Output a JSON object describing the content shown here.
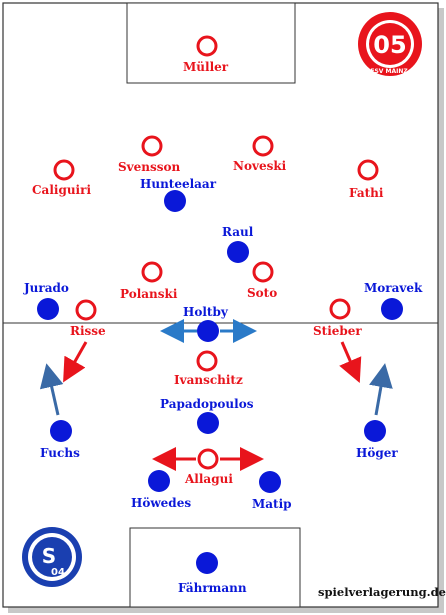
{
  "colors": {
    "mainz": "#e8141c",
    "schalke": "#0a18d8",
    "arrow_blue": "#3a6aa6",
    "arrow_blue_light": "#2a7ac8",
    "arrow_red": "#e8141c",
    "line": "#333333"
  },
  "logos": {
    "mainz_icon": "mainz-05-crest",
    "mainz_text": "1. FSV MAINZ 05",
    "schalke_icon": "schalke-04-crest",
    "schalke_text": "S04"
  },
  "mainz_players": [
    {
      "name": "Müller",
      "role": "goalkeeper"
    },
    {
      "name": "Svensson",
      "role": "centre-back"
    },
    {
      "name": "Noveski",
      "role": "centre-back"
    },
    {
      "name": "Caliguiri",
      "role": "full-back"
    },
    {
      "name": "Fathi",
      "role": "full-back"
    },
    {
      "name": "Polanski",
      "role": "midfield"
    },
    {
      "name": "Soto",
      "role": "midfield"
    },
    {
      "name": "Risse",
      "role": "wing"
    },
    {
      "name": "Stieber",
      "role": "wing"
    },
    {
      "name": "Ivanschitz",
      "role": "attacking-mid"
    },
    {
      "name": "Allagui",
      "role": "striker"
    }
  ],
  "schalke_players": [
    {
      "name": "Hunteelaar",
      "role": "striker"
    },
    {
      "name": "Raul",
      "role": "second-striker"
    },
    {
      "name": "Jurado",
      "role": "wing"
    },
    {
      "name": "Moravek",
      "role": "wing"
    },
    {
      "name": "Holtby",
      "role": "midfield"
    },
    {
      "name": "Papadopoulos",
      "role": "midfield"
    },
    {
      "name": "Fuchs",
      "role": "full-back"
    },
    {
      "name": "Höger",
      "role": "full-back"
    },
    {
      "name": "Höwedes",
      "role": "centre-back"
    },
    {
      "name": "Matip",
      "role": "centre-back"
    },
    {
      "name": "Fährmann",
      "role": "goalkeeper"
    }
  ],
  "watermark": "spielverlagerung.de"
}
